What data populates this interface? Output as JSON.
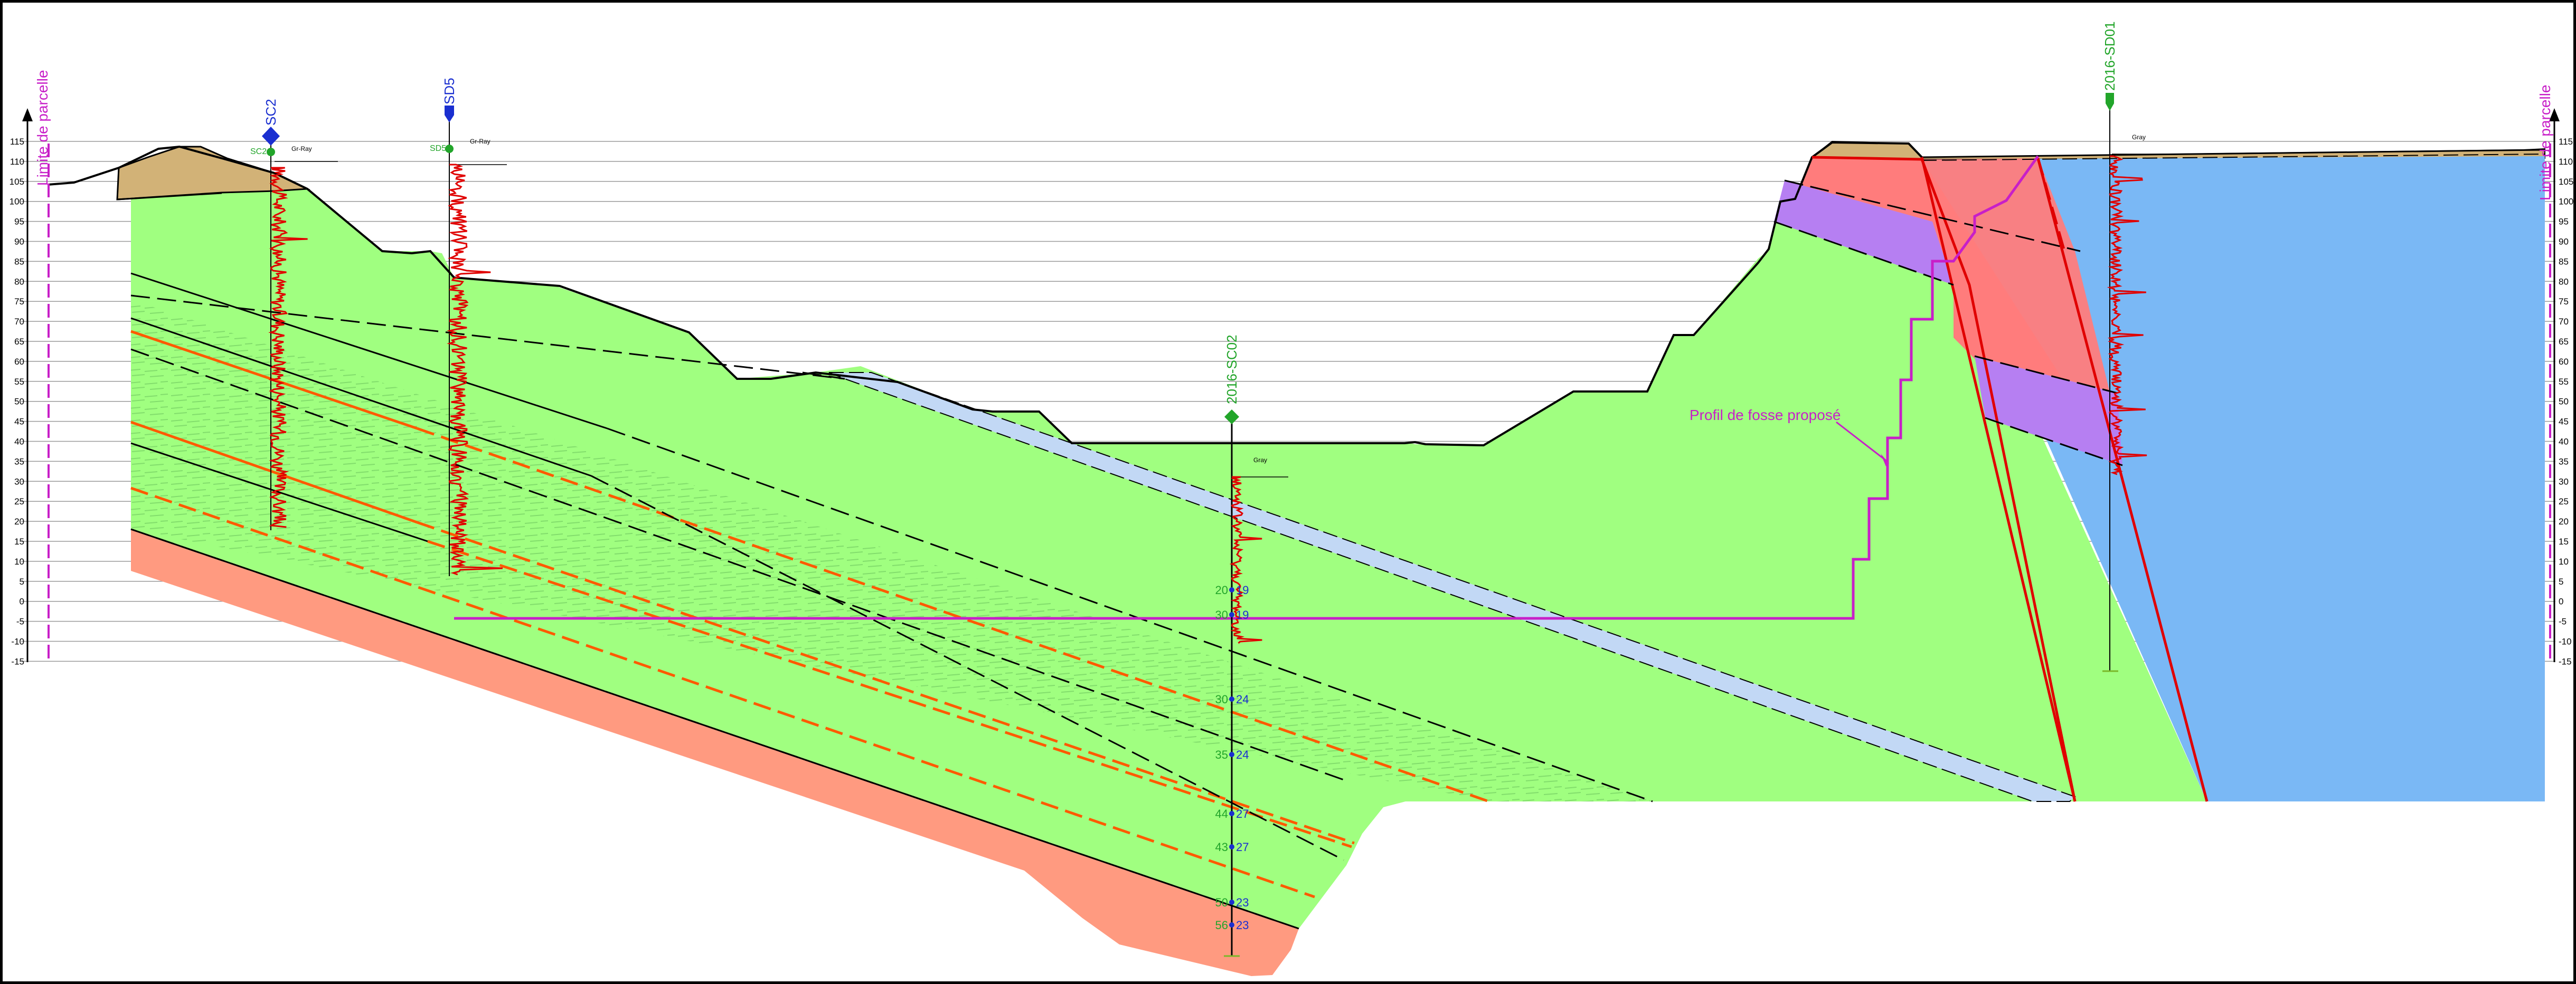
{
  "elevation_ticks": [
    115,
    110,
    105,
    100,
    95,
    90,
    85,
    80,
    75,
    70,
    65,
    60,
    55,
    50,
    45,
    40,
    35,
    30,
    25,
    20,
    15,
    10,
    5,
    0,
    -5,
    -10,
    -15
  ],
  "boreholes": [
    {
      "id": "SC2",
      "header": "Gr-Ray",
      "label_color": "#1a2fd0",
      "sub_label": "SC2"
    },
    {
      "id": "SD5",
      "header": "Gr-Ray",
      "label_color": "#1a2fd0",
      "sub_label": "SD5"
    },
    {
      "id": "2016-SC02",
      "header": "Gray",
      "label_color": "#22a52a"
    },
    {
      "id": "2016-SD01",
      "header": "Gray",
      "label_color": "#22a52a"
    }
  ],
  "boundary_labels": {
    "left": "Limite de parcelle",
    "right": "Limite de parcelle"
  },
  "annotation": "Profil de fosse proposé",
  "sc02_samples": [
    {
      "depth": "20",
      "value": "19"
    },
    {
      "depth": "30",
      "value": "19"
    },
    {
      "depth": "30",
      "value": "24"
    },
    {
      "depth": "35",
      "value": "24"
    },
    {
      "depth": "44",
      "value": "27"
    },
    {
      "depth": "43",
      "value": "27"
    },
    {
      "depth": "50",
      "value": "23"
    },
    {
      "depth": "56",
      "value": "23"
    }
  ],
  "colors": {
    "green_unit": "#a0ff80",
    "salmon_unit": "#ff9a80",
    "tan_cover": "#d2b277",
    "blue_unit": "#7ab8f5",
    "red_unit": "#ff7c7c",
    "purple_unit": "#b67ff2",
    "light_blue_dyke": "#c2d8f5",
    "magenta": "#c81fc8",
    "log_red": "#e00000"
  }
}
